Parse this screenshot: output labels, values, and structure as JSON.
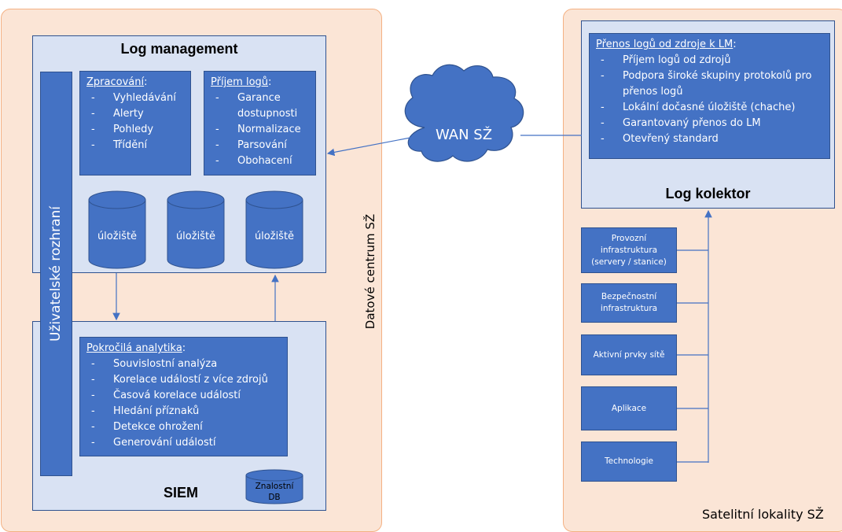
{
  "regions": {
    "datacenter_label": "Datové centrum SŽ",
    "satellite_label": "Satelitní lokality SŽ"
  },
  "log_management": {
    "title": "Log management",
    "processing": {
      "heading": "Zpracování",
      "suffix": ":",
      "items": [
        "Vyhledávání",
        "Alerty",
        "Pohledy",
        "Třídění"
      ]
    },
    "intake": {
      "heading": "Příjem logů",
      "suffix": ":",
      "items": [
        "Garance dostupnosti",
        "Normalizace",
        "Parsování",
        "Obohacení"
      ]
    },
    "storage": [
      "úložiště",
      "úložiště",
      "úložiště"
    ]
  },
  "ui_bar": {
    "label": "Uživatelské rozhraní"
  },
  "siem": {
    "title": "SIEM",
    "analytics": {
      "heading": "Pokročilá analytika",
      "suffix": ":",
      "items": [
        "Souvislostní analýza",
        "Korelace událostí z více zdrojů",
        "Časová korelace událostí",
        "Hledání příznaků",
        "Detekce ohrožení",
        "Generování událostí"
      ]
    },
    "knowledge_db": [
      "Znalostní",
      "DB"
    ]
  },
  "wan": {
    "label": "WAN SŽ"
  },
  "log_collector": {
    "title": "Log kolektor",
    "transfer": {
      "heading": "Přenos logů od zdroje k LM",
      "suffix": ":",
      "items": [
        "Příjem logů od zdrojů",
        "Podpora široké skupiny protokolů pro přenos logů",
        "Lokální dočasné úložiště (chache)",
        "Garantovaný přenos do LM",
        "Otevřený standard"
      ]
    }
  },
  "sources": [
    "Provozní infrastruktura (servery / stanice)",
    "Bezpečnostní infrastruktura",
    "Aktivní prvky sítě",
    "Aplikace",
    "Technologie"
  ],
  "colors": {
    "region_fill": "#fbe5d6",
    "region_border": "#f4b183",
    "container_fill": "#d9e2f3",
    "box_fill": "#4472c4",
    "box_border": "#2f528f"
  }
}
